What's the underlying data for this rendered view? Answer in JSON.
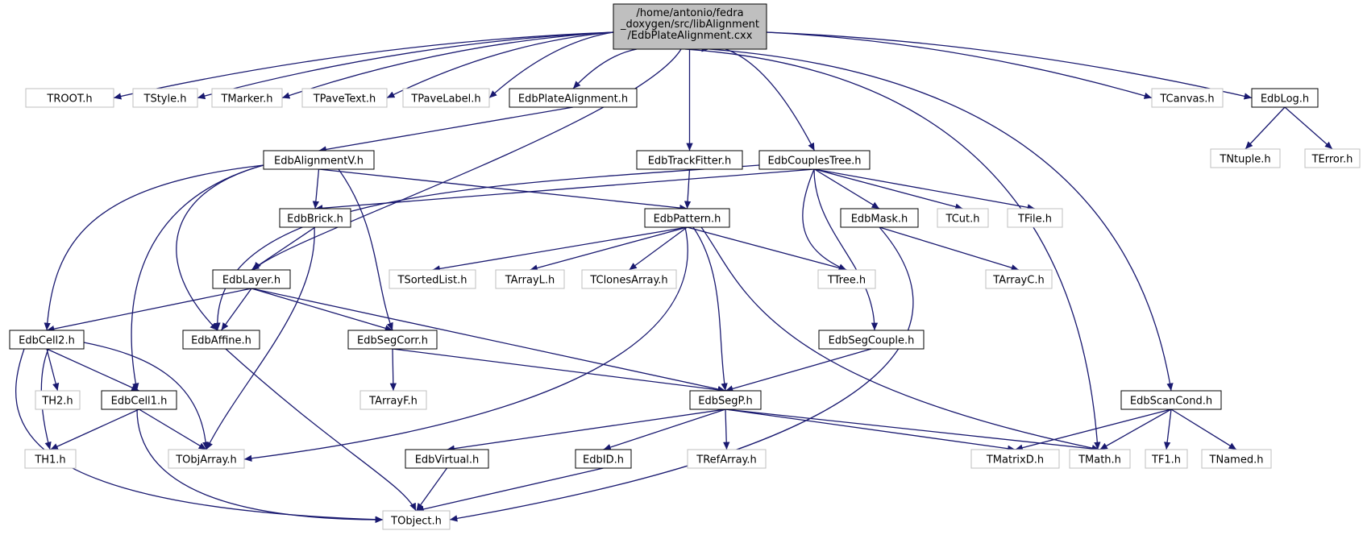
{
  "colors": {
    "edge": "#191970",
    "root_fill": "#bfbfbf",
    "documented_border": "#000000",
    "external_border": "#bfbfbf",
    "external_text": "#808080"
  },
  "root": {
    "lines": [
      "/home/antonio/fedra",
      "_doxygen/src/libAlignment",
      "/EdbPlateAlignment.cxx"
    ]
  },
  "nodes": [
    {
      "id": "TROOT",
      "label": "TROOT.h",
      "kind": "external"
    },
    {
      "id": "TStyle",
      "label": "TStyle.h",
      "kind": "external"
    },
    {
      "id": "TMarker",
      "label": "TMarker.h",
      "kind": "external"
    },
    {
      "id": "TPaveText",
      "label": "TPaveText.h",
      "kind": "external"
    },
    {
      "id": "TPaveLabel",
      "label": "TPaveLabel.h",
      "kind": "external"
    },
    {
      "id": "EdbPlateAlignment",
      "label": "EdbPlateAlignment.h",
      "kind": "documented"
    },
    {
      "id": "TCanvas",
      "label": "TCanvas.h",
      "kind": "external"
    },
    {
      "id": "EdbLog",
      "label": "EdbLog.h",
      "kind": "documented"
    },
    {
      "id": "EdbAlignmentV",
      "label": "EdbAlignmentV.h",
      "kind": "documented"
    },
    {
      "id": "EdbTrackFitter",
      "label": "EdbTrackFitter.h",
      "kind": "documented"
    },
    {
      "id": "EdbCouplesTree",
      "label": "EdbCouplesTree.h",
      "kind": "documented"
    },
    {
      "id": "TNtuple",
      "label": "TNtuple.h",
      "kind": "external"
    },
    {
      "id": "TError",
      "label": "TError.h",
      "kind": "external"
    },
    {
      "id": "EdbBrick",
      "label": "EdbBrick.h",
      "kind": "documented"
    },
    {
      "id": "EdbPattern",
      "label": "EdbPattern.h",
      "kind": "documented"
    },
    {
      "id": "EdbMask",
      "label": "EdbMask.h",
      "kind": "documented"
    },
    {
      "id": "TCut",
      "label": "TCut.h",
      "kind": "external"
    },
    {
      "id": "TFile",
      "label": "TFile.h",
      "kind": "external"
    },
    {
      "id": "EdbLayer",
      "label": "EdbLayer.h",
      "kind": "documented"
    },
    {
      "id": "TSortedList",
      "label": "TSortedList.h",
      "kind": "external"
    },
    {
      "id": "TArrayL",
      "label": "TArrayL.h",
      "kind": "external"
    },
    {
      "id": "TClonesArray",
      "label": "TClonesArray.h",
      "kind": "external"
    },
    {
      "id": "TTree",
      "label": "TTree.h",
      "kind": "external"
    },
    {
      "id": "TArrayC",
      "label": "TArrayC.h",
      "kind": "external"
    },
    {
      "id": "EdbCell2",
      "label": "EdbCell2.h",
      "kind": "documented"
    },
    {
      "id": "EdbAffine",
      "label": "EdbAffine.h",
      "kind": "documented"
    },
    {
      "id": "EdbSegCorr",
      "label": "EdbSegCorr.h",
      "kind": "documented"
    },
    {
      "id": "EdbSegCouple",
      "label": "EdbSegCouple.h",
      "kind": "documented"
    },
    {
      "id": "TH2",
      "label": "TH2.h",
      "kind": "external"
    },
    {
      "id": "EdbCell1",
      "label": "EdbCell1.h",
      "kind": "documented"
    },
    {
      "id": "TArrayF",
      "label": "TArrayF.h",
      "kind": "external"
    },
    {
      "id": "EdbSegP",
      "label": "EdbSegP.h",
      "kind": "documented"
    },
    {
      "id": "EdbScanCond",
      "label": "EdbScanCond.h",
      "kind": "documented"
    },
    {
      "id": "TH1",
      "label": "TH1.h",
      "kind": "external"
    },
    {
      "id": "TObjArray",
      "label": "TObjArray.h",
      "kind": "external"
    },
    {
      "id": "EdbVirtual",
      "label": "EdbVirtual.h",
      "kind": "documented"
    },
    {
      "id": "EdbID",
      "label": "EdbID.h",
      "kind": "documented"
    },
    {
      "id": "TRefArray",
      "label": "TRefArray.h",
      "kind": "external"
    },
    {
      "id": "TMatrixD",
      "label": "TMatrixD.h",
      "kind": "external"
    },
    {
      "id": "TMath",
      "label": "TMath.h",
      "kind": "external"
    },
    {
      "id": "TF1",
      "label": "TF1.h",
      "kind": "external"
    },
    {
      "id": "TNamed",
      "label": "TNamed.h",
      "kind": "external"
    },
    {
      "id": "TObject",
      "label": "TObject.h",
      "kind": "external"
    }
  ],
  "edges": [
    [
      "ROOT",
      "TROOT"
    ],
    [
      "ROOT",
      "TStyle"
    ],
    [
      "ROOT",
      "TMarker"
    ],
    [
      "ROOT",
      "TPaveText"
    ],
    [
      "ROOT",
      "TPaveLabel"
    ],
    [
      "ROOT",
      "EdbPlateAlignment"
    ],
    [
      "ROOT",
      "EdbLayer"
    ],
    [
      "ROOT",
      "EdbTrackFitter"
    ],
    [
      "ROOT",
      "EdbCouplesTree"
    ],
    [
      "ROOT",
      "TFile"
    ],
    [
      "ROOT",
      "TMath"
    ],
    [
      "ROOT",
      "EdbScanCond"
    ],
    [
      "ROOT",
      "TCanvas"
    ],
    [
      "ROOT",
      "EdbLog"
    ],
    [
      "EdbLog",
      "TNtuple"
    ],
    [
      "EdbLog",
      "TError"
    ],
    [
      "EdbPlateAlignment",
      "EdbAlignmentV"
    ],
    [
      "EdbAlignmentV",
      "EdbCell2"
    ],
    [
      "EdbAlignmentV",
      "EdbCell1"
    ],
    [
      "EdbAlignmentV",
      "EdbAffine"
    ],
    [
      "EdbAlignmentV",
      "EdbBrick"
    ],
    [
      "EdbAlignmentV",
      "EdbSegCorr"
    ],
    [
      "EdbAlignmentV",
      "EdbPattern"
    ],
    [
      "EdbTrackFitter",
      "EdbPattern"
    ],
    [
      "EdbCouplesTree",
      "EdbBrick"
    ],
    [
      "EdbCouplesTree",
      "EdbAffine"
    ],
    [
      "EdbCouplesTree",
      "TTree"
    ],
    [
      "EdbCouplesTree",
      "EdbSegCouple"
    ],
    [
      "EdbCouplesTree",
      "EdbMask"
    ],
    [
      "EdbCouplesTree",
      "TCut"
    ],
    [
      "EdbCouplesTree",
      "TFile"
    ],
    [
      "EdbBrick",
      "EdbLayer"
    ],
    [
      "EdbBrick",
      "TObjArray"
    ],
    [
      "EdbPattern",
      "TSortedList"
    ],
    [
      "EdbPattern",
      "TArrayL"
    ],
    [
      "EdbPattern",
      "TClonesArray"
    ],
    [
      "EdbPattern",
      "TTree"
    ],
    [
      "EdbPattern",
      "TObjArray"
    ],
    [
      "EdbPattern",
      "EdbSegP"
    ],
    [
      "EdbPattern",
      "TMath"
    ],
    [
      "EdbMask",
      "TArrayC"
    ],
    [
      "EdbMask",
      "TObject"
    ],
    [
      "EdbLayer",
      "EdbCell2"
    ],
    [
      "EdbLayer",
      "EdbAffine"
    ],
    [
      "EdbLayer",
      "EdbSegCorr"
    ],
    [
      "EdbLayer",
      "EdbSegP"
    ],
    [
      "EdbCell2",
      "TH2"
    ],
    [
      "EdbCell2",
      "EdbCell1"
    ],
    [
      "EdbCell2",
      "TH1"
    ],
    [
      "EdbCell2",
      "TObjArray"
    ],
    [
      "EdbCell2",
      "TObject"
    ],
    [
      "EdbAffine",
      "TObject"
    ],
    [
      "EdbSegCorr",
      "TArrayF"
    ],
    [
      "EdbSegCorr",
      "EdbSegP"
    ],
    [
      "EdbSegCouple",
      "EdbSegP"
    ],
    [
      "EdbCell1",
      "TH1"
    ],
    [
      "EdbCell1",
      "TObjArray"
    ],
    [
      "EdbCell1",
      "TObject"
    ],
    [
      "EdbSegP",
      "EdbVirtual"
    ],
    [
      "EdbSegP",
      "EdbID"
    ],
    [
      "EdbSegP",
      "TRefArray"
    ],
    [
      "EdbSegP",
      "TMatrixD"
    ],
    [
      "EdbSegP",
      "TMath"
    ],
    [
      "EdbVirtual",
      "TObject"
    ],
    [
      "EdbID",
      "TObject"
    ],
    [
      "EdbScanCond",
      "TMatrixD"
    ],
    [
      "EdbScanCond",
      "TMath"
    ],
    [
      "EdbScanCond",
      "TF1"
    ],
    [
      "EdbScanCond",
      "TNamed"
    ]
  ]
}
